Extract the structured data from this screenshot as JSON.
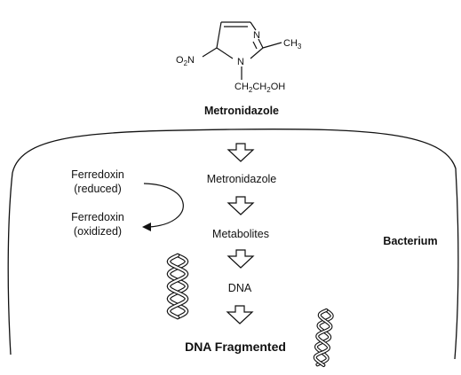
{
  "structure": {
    "name": "Metronidazole",
    "n_top": "N",
    "n_ring": "N",
    "o2n": {
      "base": "O",
      "sub": "2",
      "end": "N"
    },
    "ch3": {
      "base": "CH",
      "sub": "3"
    },
    "side_chain": {
      "p1": "CH",
      "s1": "2",
      "p2": "CH",
      "s2": "2",
      "p3": "OH"
    }
  },
  "cell": {
    "label": "Bacterium",
    "pathway": [
      "Metronidazole",
      "Metabolites",
      "DNA"
    ],
    "result": "DNA Fragmented"
  },
  "ferredoxin": {
    "reduced": {
      "line1": "Ferredoxin",
      "line2": "(reduced)"
    },
    "oxidized": {
      "line1": "Ferredoxin",
      "line2": "(oxidized)"
    }
  },
  "icons": {
    "flow_arrow": "hollow-down-arrow-icon",
    "dna": "dna-helix-icon",
    "dna_broken": "fragmented-dna-icon"
  }
}
